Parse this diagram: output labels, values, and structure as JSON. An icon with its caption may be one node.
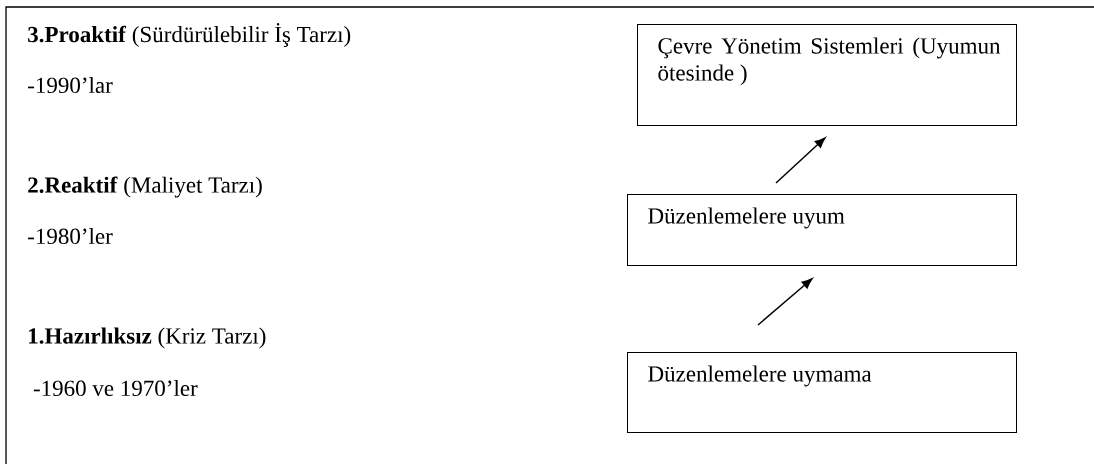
{
  "diagram": {
    "nodes": [
      {
        "text": [
          "Çevre Yönetim Sistemleri (Uyumun ötesinde )"
        ]
      },
      {
        "text": [
          "Düzenlemelere uyum"
        ]
      },
      {
        "text": [
          "Düzenlemelere uymama"
        ]
      }
    ],
    "edges": [
      {
        "from": 2,
        "to": 1,
        "arrow": "to"
      },
      {
        "from": 1,
        "to": 0,
        "arrow": "to"
      }
    ],
    "labels": [
      "**3.Proaktif** (Sürdürülebilir İş Tarzı)",
      "-1990’lar",
      "**2.Reaktif** (Maliyet Tarzı)",
      "-1980’ler",
      "**1.Hazırlıksız** (Kriz Tarzı)",
      " -1960 ve 1970’ler"
    ]
  }
}
